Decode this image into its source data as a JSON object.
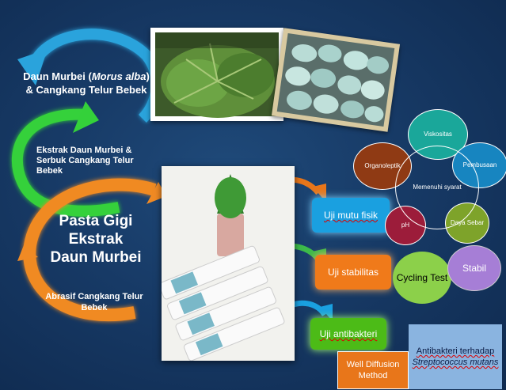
{
  "labels": {
    "daun_murbei_a": "Daun Murbei (",
    "daun_murbei_b": "Morus alba",
    "daun_murbei_c": ")",
    "cangkang": "& Cangkang Telur Bebek",
    "ekstrak": "Ekstrak Daun Murbei & Serbuk Cangkang Telur Bebek",
    "pasta": "Pasta Gigi Ekstrak Daun Murbei",
    "abrasif": "Abrasif Cangkang Telur Bebek"
  },
  "tests": {
    "mutu": "Uji mutu fisik",
    "stabilitas": "Uji stabilitas",
    "antibakteri": "Uji antibakteri"
  },
  "syarat": {
    "center": "Memenuhi syarat",
    "viskositas": "Viskositas",
    "pembusaan": "Pembusaan",
    "daya_sebar": "Daya Sebar",
    "ph": "pH",
    "organoleptik": "Organoleptik"
  },
  "stability": {
    "cycling": "Cycling Test",
    "stabil": "Stabil"
  },
  "antibacterial": {
    "method": "Well Diffusion Method",
    "result_a": "Antibakteri terhadap",
    "result_b": "Streptococcus mutans"
  },
  "colors": {
    "cycle_blue": "#2aa3dc",
    "cycle_green": "#34d13a",
    "cycle_orange": "#f08a24",
    "arrow_orange": "#e8761a",
    "arrow_green": "#3dbb4a",
    "arrow_blue": "#1aa0e0"
  }
}
